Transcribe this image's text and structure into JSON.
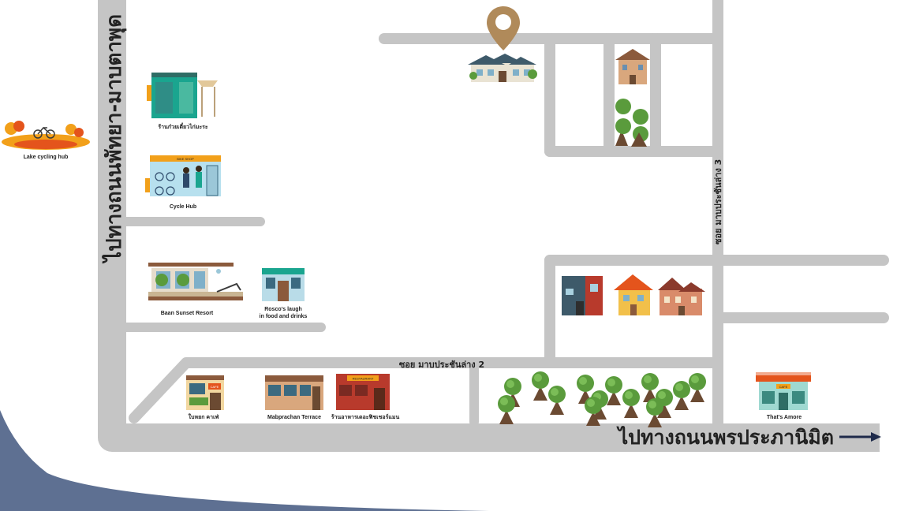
{
  "roads": {
    "west_direction": "ไปทางถนนพัทยา-มาบตาพุด",
    "south_direction": "ไปทางถนนพรประภานิมิต",
    "soi_2": "ซอย มาบประชันล่าง 2",
    "soi_3": "ซอย มาบประชันล่าง 3"
  },
  "places": {
    "lake_cycling_hub": "Lake cycling hub",
    "noodle_shop": "ร้านก๋วยเตี๋ยวไก่มะระ",
    "cycle_hub": "Cycle Hub",
    "cycle_hub_sign": "BIKE SHOP",
    "baan_sunset": "Baan Sunset Resort",
    "roscos_line1": "Rosco's laugh",
    "roscos_line2": "in food and drinks",
    "cafe": "ใบหยก คาเฟ่",
    "cafe_sign": "CAFE",
    "mabprachan_terrace": "Mabprachan Terrace",
    "restaurant": "ร้านอาหารเดอะฟิชเชอร์แมน",
    "restaurant_sign": "RESTAURANT",
    "thats_amore": "That's Amore",
    "thats_amore_sign": "CAFE"
  },
  "colors": {
    "road": "#c5c5c5",
    "wave": "#5e7092",
    "pin": "#b08a5a",
    "tree_green": "#5a9b3c",
    "autumn_orange": "#f2a01a",
    "autumn_red": "#e4541c",
    "text": "#222222"
  },
  "icons": {
    "destination_marker": "map-pin-icon",
    "direction_arrow": "arrow-right-icon"
  }
}
